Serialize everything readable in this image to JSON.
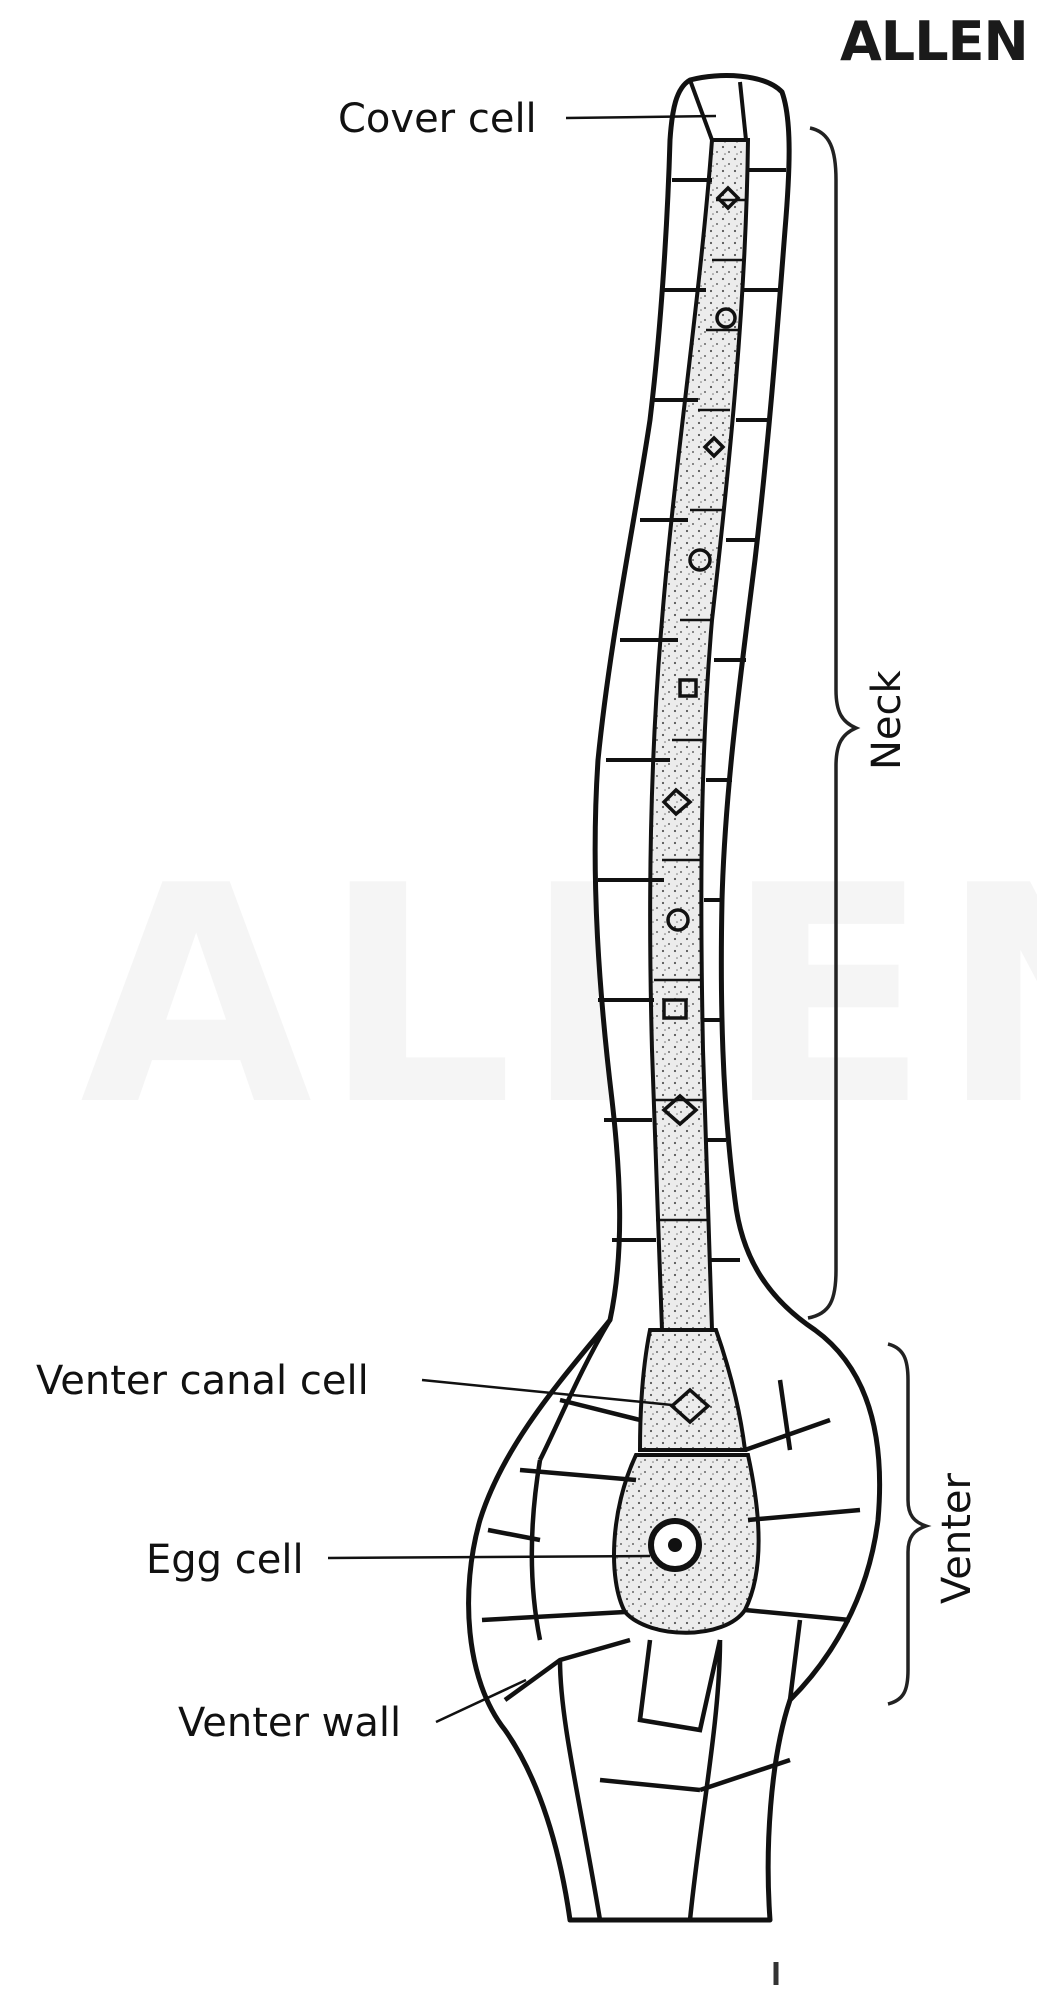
{
  "logo": {
    "text": "ALLEN",
    "watermark": "ALLEN"
  },
  "labels": {
    "cover_cell": "Cover cell",
    "neck": "Neck",
    "venter_canal_cell": "Venter canal cell",
    "egg_cell": "Egg cell",
    "venter_wall": "Venter wall",
    "venter": "Venter"
  },
  "colors": {
    "ink": "#111111",
    "background": "#ffffff"
  }
}
